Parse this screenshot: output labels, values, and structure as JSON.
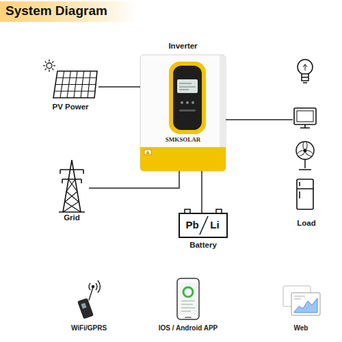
{
  "diagram": {
    "title": "System Diagram",
    "nodes": [
      {
        "text": [
          "Inverter",
          "SMKSOLAR"
        ]
      },
      {
        "text": [
          "PV Power"
        ]
      },
      {
        "text": [
          "Load"
        ]
      },
      {
        "text": [
          "Grid"
        ]
      },
      {
        "text": [
          "Pb",
          "Li",
          "Battery"
        ]
      }
    ],
    "edges": [
      {
        "from": 1,
        "to": 0,
        "arrow": "none"
      },
      {
        "from": 0,
        "to": 2,
        "arrow": "none"
      },
      {
        "from": 3,
        "to": 0,
        "arrow": "none"
      },
      {
        "from": 0,
        "to": 4,
        "arrow": "none"
      }
    ],
    "labels": [
      "WiFi/GPRS",
      "IOS / Android APP",
      "Web"
    ]
  }
}
